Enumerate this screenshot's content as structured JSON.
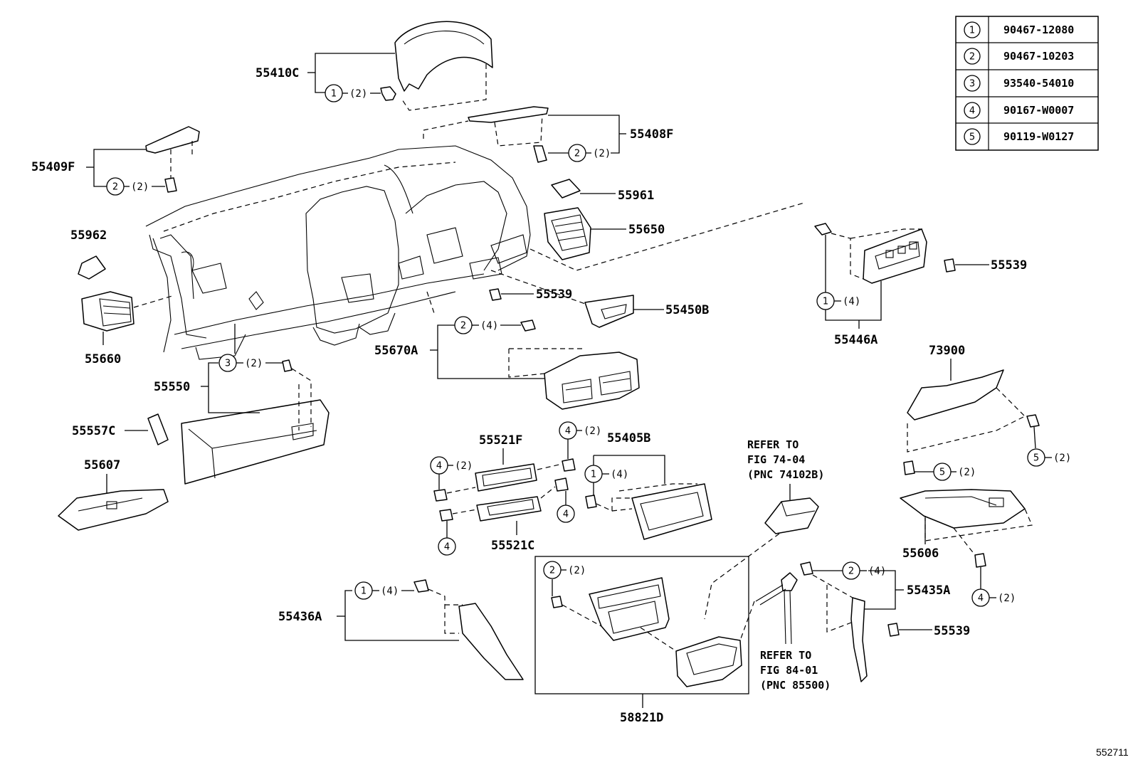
{
  "legend": [
    {
      "num": "1",
      "part": "90467-12080"
    },
    {
      "num": "2",
      "part": "90467-10203"
    },
    {
      "num": "3",
      "part": "93540-54010"
    },
    {
      "num": "4",
      "part": "90167-W0007"
    },
    {
      "num": "5",
      "part": "90119-W0127"
    }
  ],
  "parts": {
    "p55410C": "55410C",
    "p55408F": "55408F",
    "p55409F": "55409F",
    "p55961": "55961",
    "p55962": "55962",
    "p55650": "55650",
    "p55539a": "55539",
    "p55539b": "55539",
    "p55539c": "55539",
    "p55450B": "55450B",
    "p55446A": "55446A",
    "p55660": "55660",
    "p55670A": "55670A",
    "p73900": "73900",
    "p55550": "55550",
    "p55557C": "55557C",
    "p55521F": "55521F",
    "p55405B": "55405B",
    "p55607": "55607",
    "p55521C": "55521C",
    "p55606": "55606",
    "p55435A": "55435A",
    "p55436A": "55436A",
    "p58821D": "58821D"
  },
  "callouts": {
    "c1_55410C": {
      "num": "1",
      "qty": "(2)"
    },
    "c2_55408F": {
      "num": "2",
      "qty": "(2)"
    },
    "c2_55409F": {
      "num": "2",
      "qty": "(2)"
    },
    "c1_55446A": {
      "num": "1",
      "qty": "(4)"
    },
    "c2_55670A": {
      "num": "2",
      "qty": "(4)"
    },
    "c3_55550": {
      "num": "3",
      "qty": "(2)"
    },
    "c4_55521F_top": {
      "num": "4",
      "qty": "(2)"
    },
    "c4_55521F_left": {
      "num": "4",
      "qty": "(2)"
    },
    "c4_55521C_right": {
      "num": "4",
      "qty": ""
    },
    "c4_55521C_left": {
      "num": "4",
      "qty": ""
    },
    "c1_55405B": {
      "num": "1",
      "qty": "(4)"
    },
    "c5_73900_right": {
      "num": "5",
      "qty": "(2)"
    },
    "c5_73900_left": {
      "num": "5",
      "qty": "(2)"
    },
    "c2_58821D": {
      "num": "2",
      "qty": "(2)"
    },
    "c2_55435A": {
      "num": "2",
      "qty": "(4)"
    },
    "c4_55606": {
      "num": "4",
      "qty": "(2)"
    },
    "c1_55436A": {
      "num": "1",
      "qty": "(4)"
    }
  },
  "notes": {
    "refer1": {
      "l1": "REFER TO",
      "l2": "FIG 74-04",
      "l3": "(PNC 74102B)"
    },
    "refer2": {
      "l1": "REFER TO",
      "l2": "FIG 84-01",
      "l3": "(PNC 85500)"
    }
  },
  "figure_id": "552711"
}
